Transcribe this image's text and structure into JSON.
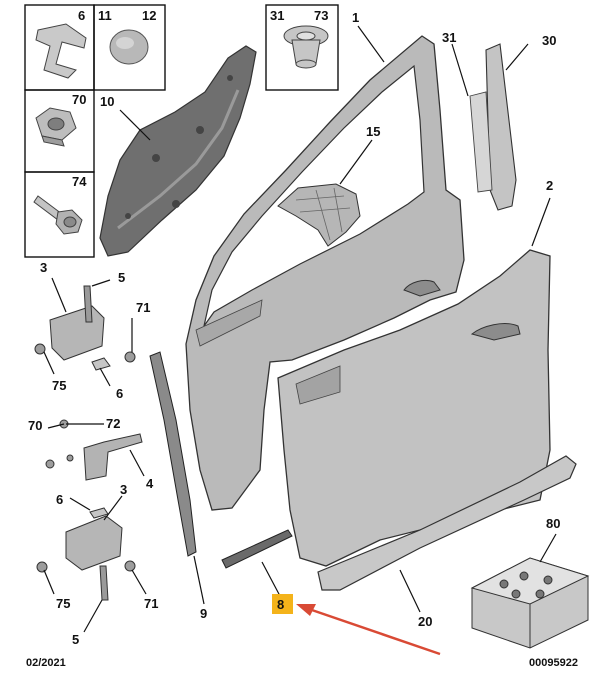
{
  "footer": {
    "date": "02/2021",
    "code": "00095922"
  },
  "accent": {
    "highlight": "#f4b31a",
    "arrow": "#d94a35",
    "part_fill": "#b9b9b9",
    "line": "#111111"
  },
  "callouts": {
    "c6_box": "6",
    "c11": "11",
    "c12": "12",
    "c31_box": "31",
    "c73": "73",
    "c70_box": "70",
    "c10": "10",
    "c74": "74",
    "c1": "1",
    "c15": "15",
    "c31": "31",
    "c30": "30",
    "c2": "2",
    "c3_top": "3",
    "c5_top": "5",
    "c71_top": "71",
    "c75_top": "75",
    "c6_mid": "6",
    "c70_mid": "70",
    "c72": "72",
    "c4": "4",
    "c6_low": "6",
    "c3_low": "3",
    "c75_low": "75",
    "c71_low": "71",
    "c5_low": "5",
    "c9": "9",
    "c8": "8",
    "c20": "20",
    "c80": "80"
  }
}
